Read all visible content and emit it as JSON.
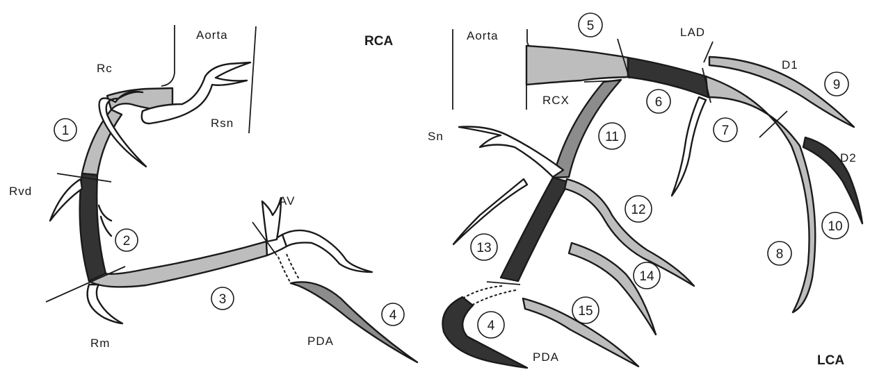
{
  "colors": {
    "light": "#bdbdbd",
    "mid": "#8c8c8c",
    "dark": "#333333",
    "white": "#ffffff",
    "outline": "#1a1a1a"
  },
  "rca": {
    "title": "RCA",
    "labels": {
      "aorta": "Aorta",
      "rc": "Rc",
      "rsn": "Rsn",
      "rvd": "Rvd",
      "rm": "Rm",
      "av": "AV",
      "pda": "PDA"
    },
    "segments": [
      "1",
      "2",
      "3",
      "4"
    ]
  },
  "lca": {
    "title": "LCA",
    "labels": {
      "aorta": "Aorta",
      "lad": "LAD",
      "rcx": "RCX",
      "sn": "Sn",
      "d1": "D1",
      "d2": "D2",
      "pda": "PDA"
    },
    "segments": [
      "5",
      "6",
      "7",
      "8",
      "9",
      "10",
      "11",
      "12",
      "13",
      "14",
      "15",
      "4"
    ]
  }
}
